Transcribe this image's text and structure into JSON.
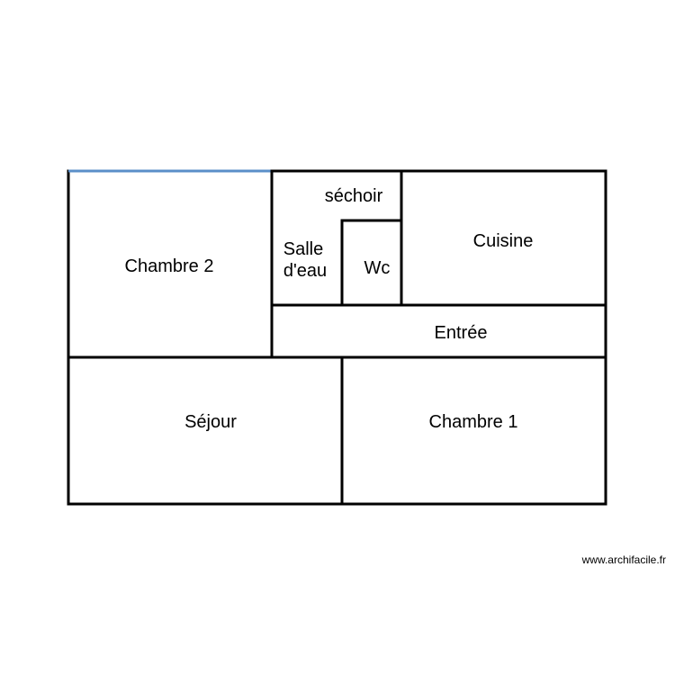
{
  "colors": {
    "wall": "#000000",
    "highlighted_wall": "#5b8fc9",
    "background": "#ffffff"
  },
  "rooms": {
    "chambre2": "Chambre 2",
    "sechoir": "séchoir",
    "salle_deau_line1": "Salle",
    "salle_deau_line2": "d'eau",
    "wc": "Wc",
    "cuisine": "Cuisine",
    "entree": "Entrée",
    "sejour": "Séjour",
    "chambre1": "Chambre 1"
  },
  "watermark": "www.archifacile.fr"
}
